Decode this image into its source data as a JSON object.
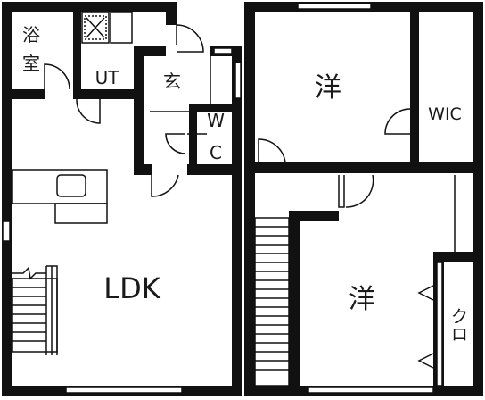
{
  "rooms": {
    "bath_line1": "浴",
    "bath_line2": "室",
    "utility": "UT",
    "entrance": "玄",
    "toilet_line1": "W",
    "toilet_line2": "C",
    "ldk": "LDK",
    "western_room_upper": "洋",
    "walk_in_closet": "WIC",
    "western_room_lower": "洋",
    "closet": "クロ"
  }
}
